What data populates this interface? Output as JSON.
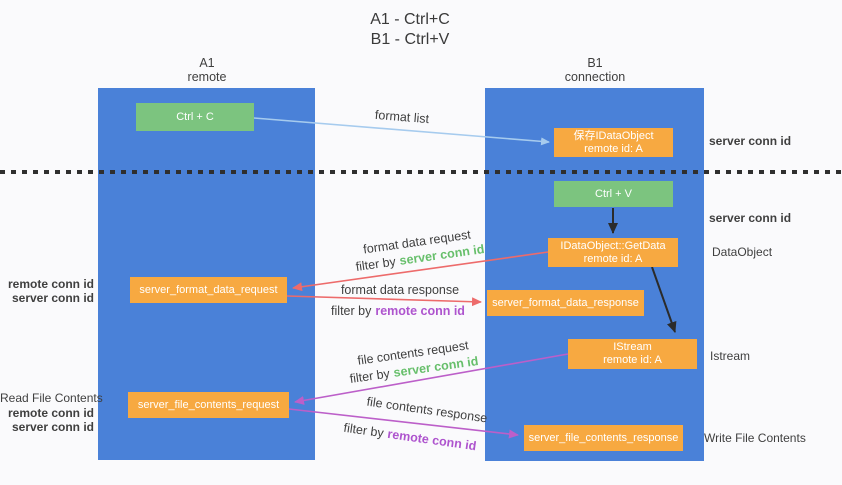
{
  "title": {
    "line1": "A1 - Ctrl+C",
    "line2": "B1 - Ctrl+V"
  },
  "lanes": {
    "a": {
      "name": "A1",
      "subtitle": "remote"
    },
    "b": {
      "name": "B1",
      "subtitle": "connection"
    }
  },
  "nodes": {
    "ctrl_c": "Ctrl + C",
    "ctrl_v": "Ctrl + V",
    "save_idataobject_line1": "保存IDataObject",
    "save_idataobject_line2": "remote id: A",
    "getdata_line1": "IDataObject::GetData",
    "getdata_line2": "remote id: A",
    "istream_line1": "IStream",
    "istream_line2": "remote id: A",
    "format_request": "server_format_data_request",
    "format_response": "server_format_data_response",
    "file_request": "server_file_contents_request",
    "file_response": "server_file_contents_response"
  },
  "labels": {
    "format_list": "format list",
    "format_data_request": "format data request",
    "format_data_response": "format data response",
    "file_contents_request": "file contents request",
    "file_contents_response": "file contents response",
    "filter_by": "filter by",
    "server_conn_id": "server conn id",
    "remote_conn_id": "remote conn id",
    "dataobject": "DataObject",
    "istream": "Istream",
    "read_file_contents": "Read File Contents",
    "write_file_contents": "Write File Contents"
  },
  "colors": {
    "lane_blue": "#4a81d8",
    "node_orange": "#f7a941",
    "node_green": "#7cc47f",
    "green_text": "#67bf6b",
    "purple_text": "#ae54ce",
    "red_arrow": "#ed6b6b",
    "purple_arrow": "#bc5fc9",
    "blue_arrow": "#a6cbee",
    "black_arrow": "#2b2b2b",
    "background": "#fafafc"
  }
}
